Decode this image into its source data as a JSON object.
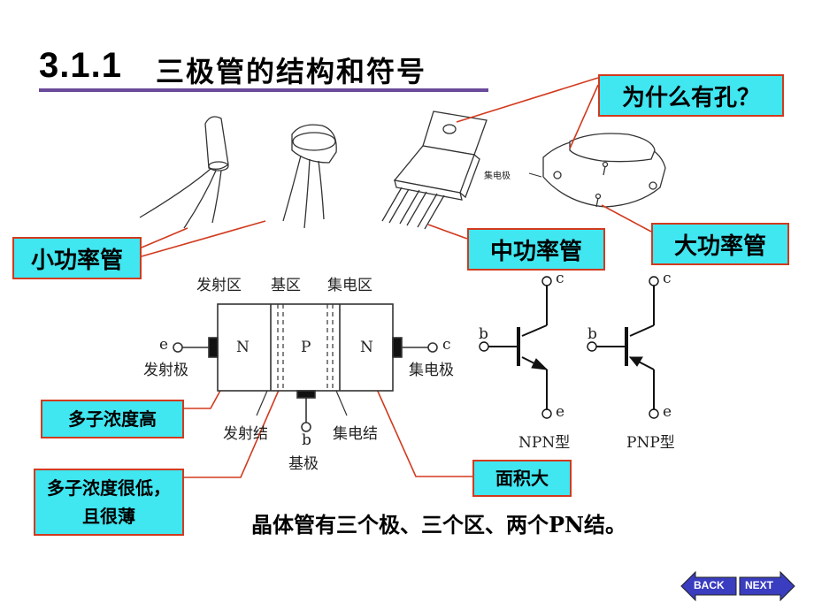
{
  "title": {
    "number": "3.1.1",
    "text": "三极管的结构和符号"
  },
  "callouts": {
    "why_hole": "为什么有孔？",
    "small_power": "小功率管",
    "medium_power": "中功率管",
    "large_power": "大功率管",
    "emitter_doping": "多子浓度高",
    "base_doping": "多子浓度很低，且很薄",
    "collector_area": "面积大"
  },
  "structure": {
    "emitter_region": "发射区",
    "base_region": "基区",
    "collector_region": "集电区",
    "n_left": "N",
    "p_mid": "P",
    "n_right": "N",
    "e_terminal": "e",
    "c_terminal": "c",
    "b_terminal": "b",
    "emitter_electrode": "发射极",
    "collector_electrode": "集电极",
    "base_electrode": "基极",
    "emitter_junction": "发射结",
    "collector_junction": "集电结",
    "collector_label_photo": "集电极"
  },
  "symbols": {
    "npn": {
      "c": "c",
      "b": "b",
      "e": "e",
      "name": "NPN型"
    },
    "pnp": {
      "c": "c",
      "b": "b",
      "e": "e",
      "name": "PNP型"
    }
  },
  "summary": "晶体管有三个极、三个区、两个PN结。",
  "nav": {
    "back": "BACK",
    "next": "NEXT"
  },
  "colors": {
    "callout_bg": "#40e6f0",
    "callout_border": "#d23a1e",
    "leader_line": "#d23a1e",
    "title_rule": "#6a4a9a"
  }
}
